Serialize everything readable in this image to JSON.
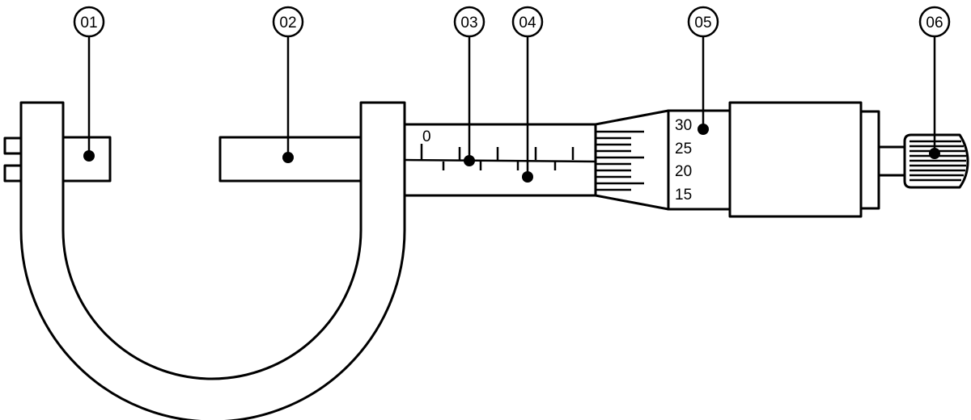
{
  "callouts": [
    {
      "id": "01"
    },
    {
      "id": "02"
    },
    {
      "id": "03"
    },
    {
      "id": "04"
    },
    {
      "id": "05"
    },
    {
      "id": "06"
    }
  ],
  "sleeve_scale": {
    "zero_label": "0"
  },
  "thimble_scale": {
    "labels": [
      "30",
      "25",
      "20",
      "15"
    ]
  },
  "colors": {
    "stroke": "#000000",
    "background": "#ffffff"
  }
}
